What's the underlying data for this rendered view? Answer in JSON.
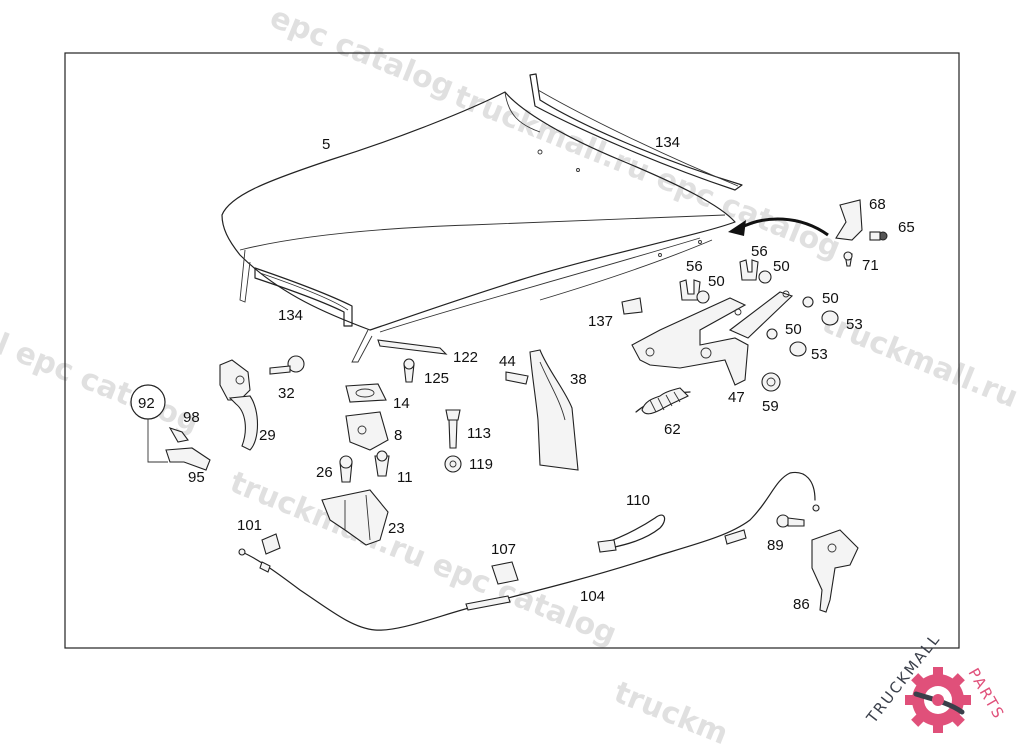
{
  "labels": {
    "p5": "5",
    "p134a": "134",
    "p134b": "134",
    "p68": "68",
    "p65": "65",
    "p71": "71",
    "p56a": "56",
    "p56b": "56",
    "p50a": "50",
    "p50b": "50",
    "p50c": "50",
    "p50d": "50",
    "p53a": "53",
    "p53b": "53",
    "p137": "137",
    "p122": "122",
    "p125": "125",
    "p44": "44",
    "p38": "38",
    "p47": "47",
    "p59": "59",
    "p62": "62",
    "p32": "32",
    "p14": "14",
    "p92": "92",
    "p98": "98",
    "p29": "29",
    "p95": "95",
    "p8": "8",
    "p113": "113",
    "p119": "119",
    "p26": "26",
    "p11": "11",
    "p23": "23",
    "p110": "110",
    "p101": "101",
    "p107": "107",
    "p89": "89",
    "p104": "104",
    "p86": "86"
  },
  "watermark": {
    "texts": [
      "epc catalog",
      "truckmall.ru epc catalog",
      "truckmall.ru epc catalog",
      "truckmall.ru e",
      "l epc catalog",
      "truckmall.ru epc catalog",
      "truckm"
    ]
  },
  "brand": {
    "part1": "TRUCKMALL",
    "part2": "PARTS",
    "color_dark": "#3a3f4a",
    "color_accent": "#e0507a"
  }
}
